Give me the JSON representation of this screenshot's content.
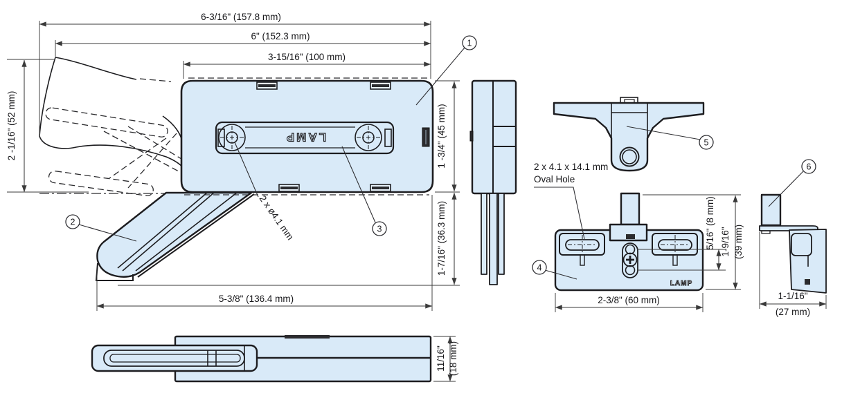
{
  "drawing": {
    "type": "technical-dimension-drawing",
    "subject": "lid stay hardware (LAMP brand) - multi-view"
  },
  "colors": {
    "part_fill": "#d9eaf8",
    "outline": "#1d1d20",
    "dimension_lines": "#3a3a3a",
    "background": "#ffffff"
  },
  "brand": {
    "main_logo": "LAMP",
    "plate_logo": "LAMP"
  },
  "callouts": {
    "c1": "1",
    "c2": "2",
    "c3": "3",
    "c4": "4",
    "c5": "5",
    "c6": "6"
  },
  "dimensions": {
    "overall_width": "6-3/16\" (157.8 mm)",
    "width_total": "6\" (152.3 mm)",
    "body_width": "3-15/16\" (100 mm)",
    "open_height": "2 -1/16\" (52 mm)",
    "body_height": "1 -3/4\" (45 mm)",
    "drop_below": "1-7/16\" (36.3 mm)",
    "stay_length": "5-3/8\" (136.4 mm)",
    "mount_holes": "2 x ø4.1 mm",
    "thickness_in": "11/16\"",
    "thickness_mm": "(18 mm)",
    "plate_width": "2-3/8\" (60 mm)",
    "plate_offset": "5/16\" (8 mm)",
    "plate_height_in": "1-9/16\"",
    "plate_height_mm": "(39 mm)",
    "plate_depth_in": "1-1/16\"",
    "plate_depth_mm": "(27 mm)",
    "oval_hole_line1": "2 x 4.1 x 14.1 mm",
    "oval_hole_line2": "Oval Hole"
  }
}
